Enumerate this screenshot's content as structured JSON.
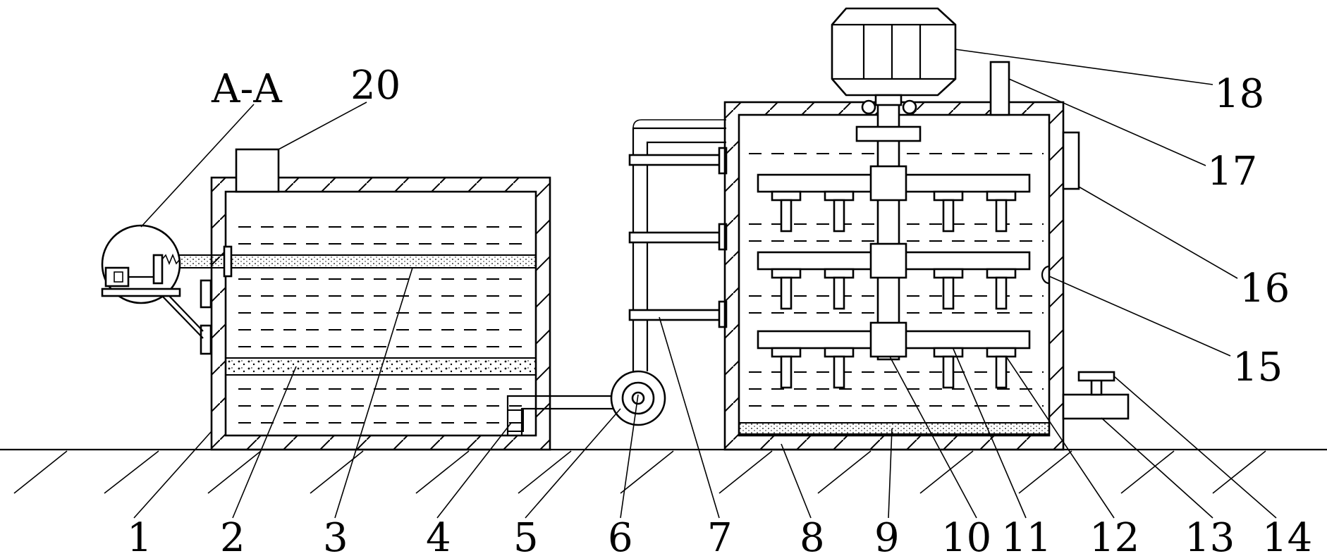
{
  "labels": {
    "section": "A-A",
    "n1": "1",
    "n2": "2",
    "n3": "3",
    "n4": "4",
    "n5": "5",
    "n6": "6",
    "n7": "7",
    "n8": "8",
    "n9": "9",
    "n10": "10",
    "n11": "11",
    "n12": "12",
    "n13": "13",
    "n14": "14",
    "n15": "15",
    "n16": "16",
    "n17": "17",
    "n18": "18",
    "n20": "20"
  }
}
